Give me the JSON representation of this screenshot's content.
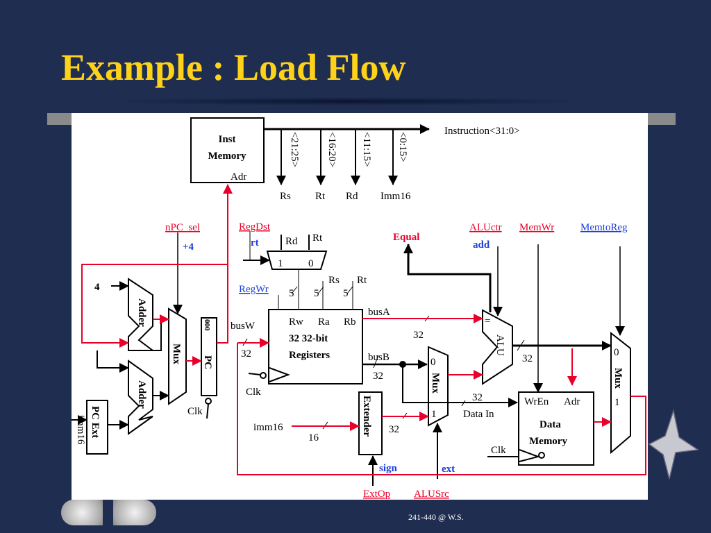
{
  "slide": {
    "title": "Example : Load Flow",
    "footer": "241-440 @ W.S."
  },
  "colors": {
    "background": "#1f2d50",
    "title": "#ffd21a",
    "control_red": "#e8002a",
    "control_blue": "#1a3cd8",
    "datapath_active": "#e8002a"
  },
  "nav": {
    "prev_icon": "prev-slide-button",
    "next_icon": "next-slide-button"
  },
  "diagram": {
    "inst_memory": {
      "line1": "Inst",
      "line2": "Memory",
      "adr": "Adr"
    },
    "instruction": "Instruction<31:0>",
    "fields": [
      "<21:25>",
      "<16:20>",
      "<11:15>",
      "<0:15>"
    ],
    "field_names": [
      "Rs",
      "Rt",
      "Rd",
      "Imm16"
    ],
    "npc_sel": "nPC_sel",
    "npc_val": "+4",
    "four": "4",
    "adder": "Adder",
    "mux": "Mux",
    "pc": "PC",
    "pc_bits": "000",
    "clk": "Clk",
    "pc_ext": "PC Ext",
    "imm16": "imm16",
    "regdst": "RegDst",
    "regdst_val": "rt",
    "rd": "Rd",
    "rt": "Rt",
    "one": "1",
    "zero": "0",
    "regwr": "RegWr",
    "rs": "Rs",
    "five": "5",
    "registers": {
      "rw": "Rw",
      "ra": "Ra",
      "rb": "Rb",
      "line1": "32 32-bit",
      "line2": "Registers"
    },
    "busw": "busW",
    "busa": "busA",
    "busb": "busB",
    "w32": "32",
    "w16": "16",
    "extender": "Extender",
    "equal": "Equal",
    "aluctr": "ALUctr",
    "aluctr_val": "add",
    "memwr": "MemWr",
    "memtoreg": "MemtoReg",
    "alu": "ALU",
    "alu_eq": "=",
    "data_in": "Data In",
    "data_memory": {
      "wren": "WrEn",
      "adr": "Adr",
      "line1": "Data",
      "line2": "Memory"
    },
    "extop": "ExtOp",
    "extop_val": "sign",
    "alusrc": "ALUSrc",
    "alusrc_val": "ext"
  }
}
